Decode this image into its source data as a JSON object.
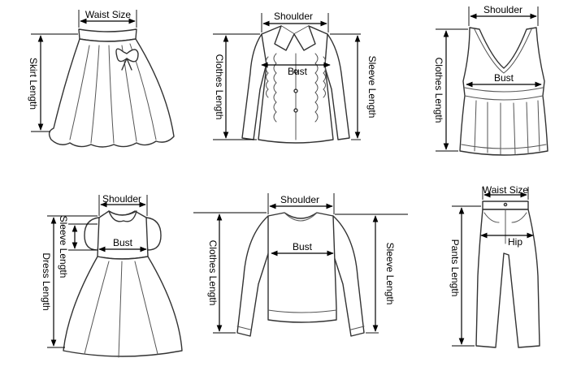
{
  "skirt": {
    "waist": "Waist Size",
    "length": "Skirt Length"
  },
  "jacket": {
    "shoulder": "Shoulder",
    "bust": "Bust",
    "clothes_length": "Clothes Length",
    "sleeve_length": "Sleeve Length"
  },
  "top": {
    "shoulder": "Shoulder",
    "bust": "Bust",
    "clothes_length": "Clothes Length"
  },
  "dress": {
    "shoulder": "Shoulder",
    "bust": "Bust",
    "sleeve_length": "Sleeve Length",
    "dress_length": "Dress Length"
  },
  "sweater": {
    "shoulder": "Shoulder",
    "bust": "Bust",
    "clothes_length": "Clothes Length",
    "sleeve_length": "Sleeve Length"
  },
  "pants": {
    "waist": "Waist Size",
    "hip": "Hip",
    "pants_length": "Pants Length"
  }
}
